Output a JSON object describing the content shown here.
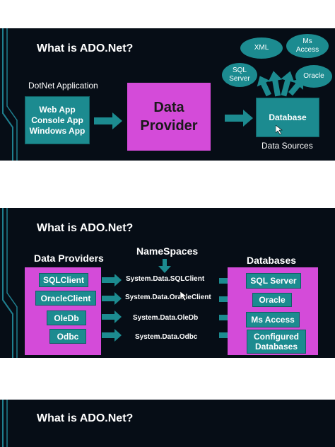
{
  "slide1": {
    "title": "What is ADO.Net?",
    "app_label": "DotNet Application",
    "app_box": [
      "Web App",
      "Console App",
      "Windows App"
    ],
    "provider_box": [
      "Data",
      "Provider"
    ],
    "database_box": "Database",
    "sources_label": "Data Sources",
    "ovals": {
      "sql": [
        "SQL",
        "Server"
      ],
      "xml": "XML",
      "ms": [
        "Ms",
        "Access"
      ],
      "oracle": "Oracle"
    }
  },
  "slide2": {
    "title": "What is ADO.Net?",
    "providers_heading": "Data Providers",
    "namespaces_heading": "NameSpaces",
    "databases_heading": "Databases",
    "providers": [
      "SQLClient",
      "OracleClient",
      "OleDb",
      "Odbc"
    ],
    "namespaces": [
      "System.Data.SQLClient",
      "System.Data.OracleClient",
      "System.Data.OleDb",
      "System.Data.Odbc"
    ],
    "databases": [
      "SQL Server",
      "Oracle",
      "Ms Access",
      "Configured Databases"
    ]
  },
  "slide3": {
    "title": "What is ADO.Net?"
  },
  "colors": {
    "background": "#060d16",
    "teal": "#1c8b90",
    "magenta": "#d44bd9",
    "accent_line": "#1f7f8f"
  }
}
